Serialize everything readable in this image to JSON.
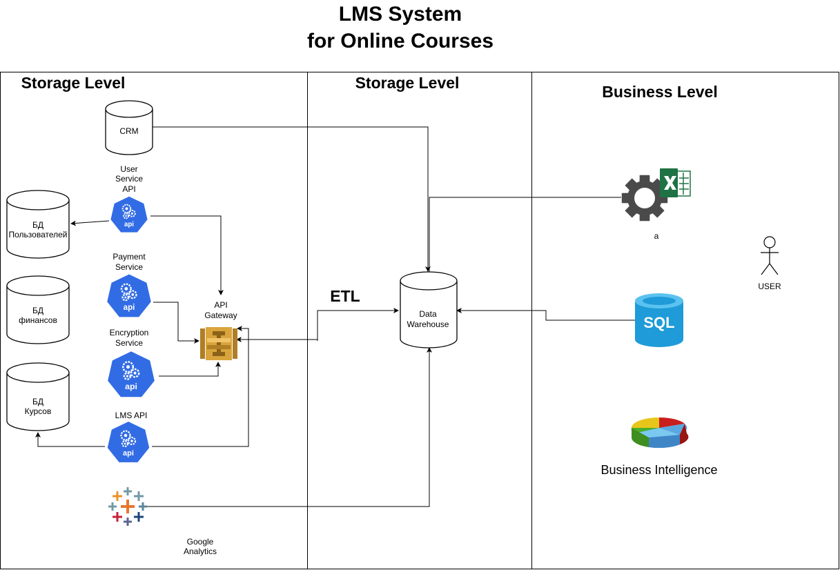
{
  "title": {
    "line1": "LMS System",
    "line2": "for Online Courses"
  },
  "lanes": [
    {
      "title": "Storage Level"
    },
    {
      "title": "Storage Level"
    },
    {
      "title": "Business Level"
    }
  ],
  "nodes": {
    "crm": {
      "label": "CRM"
    },
    "db_users": {
      "line1": "БД",
      "line2": "Пользователей"
    },
    "db_finance": {
      "line1": "БД",
      "line2": "финансов"
    },
    "db_courses": {
      "line1": "БД",
      "line2": "Курсов"
    },
    "user_service": {
      "line1": "User",
      "line2": "Service",
      "line3": "API",
      "badge": "api",
      "icon": "kubernetes-api-icon"
    },
    "payment_service": {
      "line1": "Payment",
      "line2": "Service",
      "badge": "api",
      "icon": "kubernetes-api-icon"
    },
    "encryption_service": {
      "line1": "Encryption",
      "line2": "Service",
      "badge": "api",
      "icon": "kubernetes-api-icon"
    },
    "lms_api": {
      "label": "LMS API",
      "badge": "api",
      "icon": "kubernetes-api-icon"
    },
    "api_gateway": {
      "line1": "API",
      "line2": "Gateway",
      "icon": "aws-api-gateway-icon"
    },
    "analytics": {
      "line1": "Google",
      "line2": "Analytics",
      "icon": "tableau-icon"
    },
    "data_warehouse": {
      "line1": "Data",
      "line2": "Warehouse"
    },
    "excel": {
      "label": "a",
      "icon": "excel-gear-icon"
    },
    "sql": {
      "label": "SQL",
      "icon": "sql-database-icon"
    },
    "bi": {
      "label": "Business Intelligence",
      "icon": "pie-chart-icon"
    },
    "user": {
      "label": "USER",
      "icon": "stick-figure-icon"
    }
  },
  "etl_label": "ETL",
  "colors": {
    "api_blue": "#326CE5",
    "gateway_gold": "#D9A43C",
    "sql_blue": "#1E9BD8",
    "excel_green": "#1F7244",
    "gear_gray": "#4A4A4A"
  }
}
